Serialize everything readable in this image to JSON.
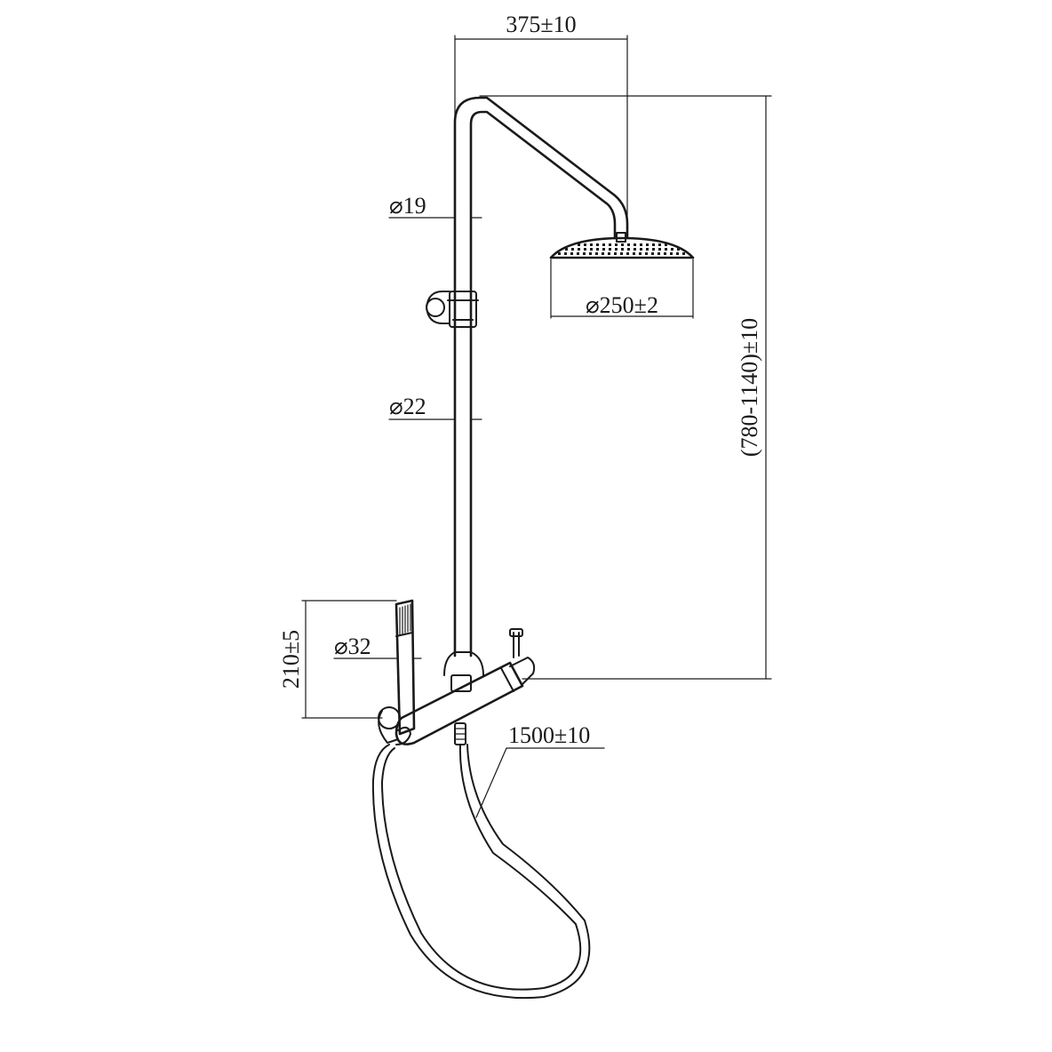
{
  "dimensions": {
    "arm_reach": "375±10",
    "upper_pipe_diameter": "⌀19",
    "rain_head_diameter": "⌀250±2",
    "lower_pipe_diameter": "⌀22",
    "adjustable_height": "(780-1140)±10",
    "hand_shower_length": "210±5",
    "hand_shower_diameter": "⌀32",
    "hose_length": "1500±10"
  },
  "colors": {
    "line": "#1a1a1a",
    "background": "#ffffff"
  }
}
